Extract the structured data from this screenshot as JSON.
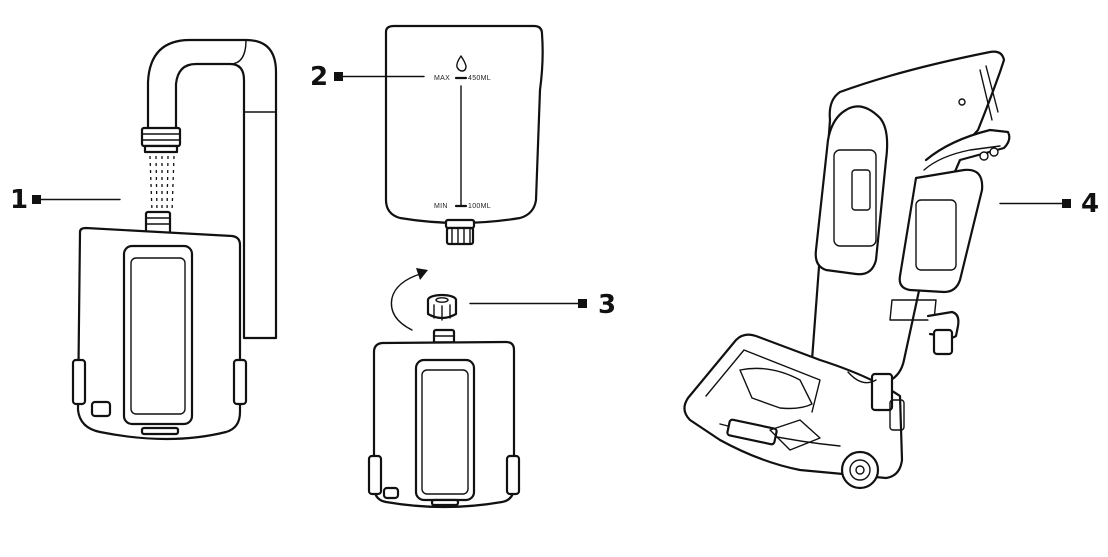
{
  "callouts": [
    {
      "id": "1",
      "label": "1"
    },
    {
      "id": "2",
      "label": "2"
    },
    {
      "id": "3",
      "label": "3"
    },
    {
      "id": "4",
      "label": "4"
    }
  ],
  "tank_scale": {
    "max_label": "MAX",
    "max_value": "450ML",
    "min_label": "MIN",
    "min_value": "100ML"
  }
}
